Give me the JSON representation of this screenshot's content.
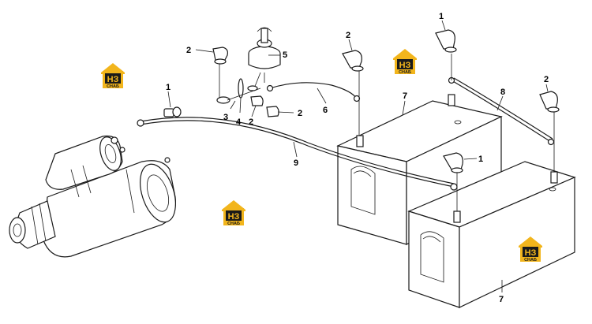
{
  "diagram": {
    "callouts": [
      {
        "id": "c1a",
        "text": "1"
      },
      {
        "id": "c1b",
        "text": "1"
      },
      {
        "id": "c1c",
        "text": "1"
      },
      {
        "id": "c2a",
        "text": "2"
      },
      {
        "id": "c2b",
        "text": "2"
      },
      {
        "id": "c2c",
        "text": "2"
      },
      {
        "id": "c2d",
        "text": "2"
      },
      {
        "id": "c2e",
        "text": "2"
      },
      {
        "id": "c3",
        "text": "3"
      },
      {
        "id": "c4",
        "text": "4"
      },
      {
        "id": "c5",
        "text": "5"
      },
      {
        "id": "c6",
        "text": "6"
      },
      {
        "id": "c7a",
        "text": "7"
      },
      {
        "id": "c7b",
        "text": "7"
      },
      {
        "id": "c8",
        "text": "8"
      },
      {
        "id": "c9",
        "text": "9"
      }
    ]
  },
  "watermark": {
    "logo_letters": "НЗ",
    "logo_caption": "СНАБ",
    "color_roof": "#f2b51c",
    "color_box": "#1a1a1a"
  }
}
